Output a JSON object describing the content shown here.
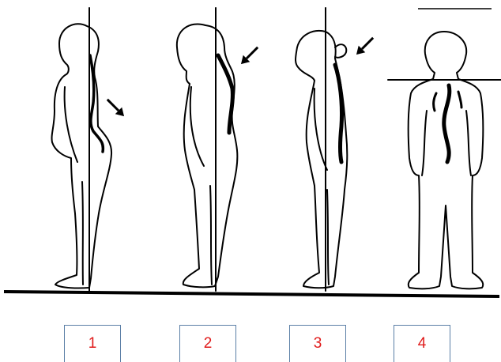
{
  "figure": {
    "labels": [
      "1",
      "2",
      "3",
      "4"
    ]
  },
  "colors": {
    "line": "#000000",
    "background": "#ffffff",
    "label_text": "#e01b1b",
    "label_border": "#5b7fa6"
  },
  "icons": {
    "posture_arrow": "arrow-icon"
  }
}
